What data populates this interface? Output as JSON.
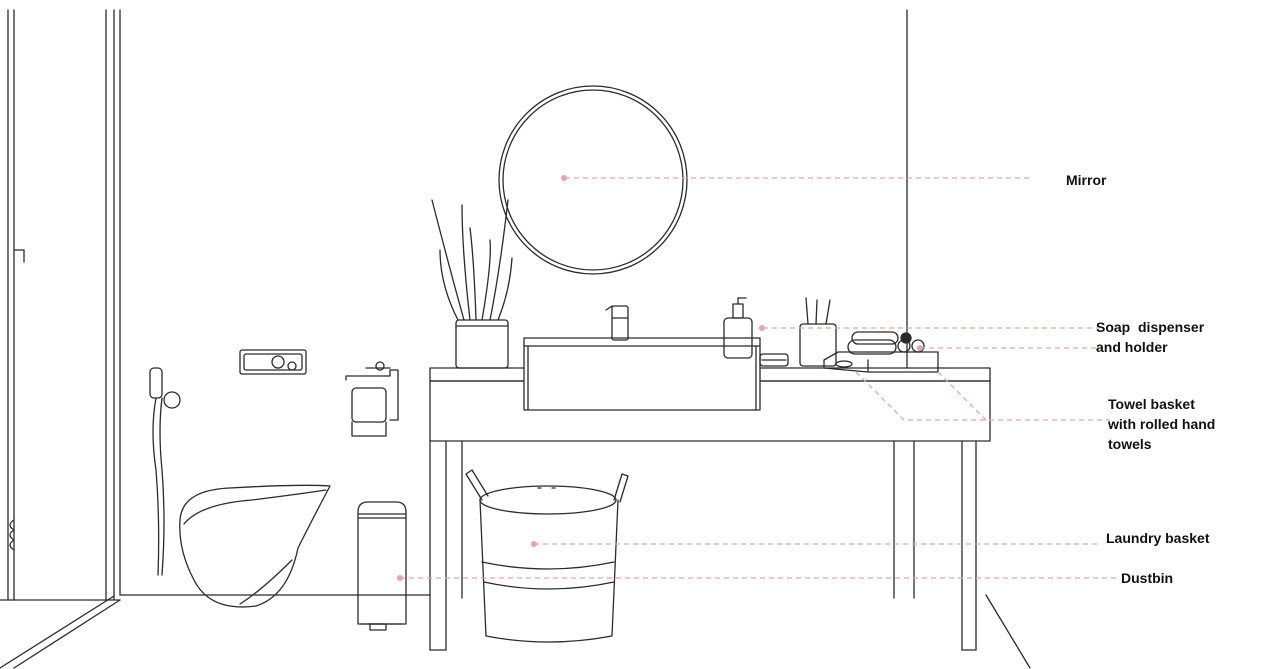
{
  "illustration": {
    "description_icon": "bathroom-line-drawing",
    "line_color": "#2b2b2b",
    "leader_color": "#e8a3ab",
    "labels": [
      {
        "id": "mirror",
        "lines": [
          "Mirror"
        ]
      },
      {
        "id": "soap",
        "lines": [
          "Soap  dispenser",
          "and holder"
        ]
      },
      {
        "id": "towel",
        "lines": [
          "Towel basket",
          "with rolled hand",
          "towels"
        ]
      },
      {
        "id": "laundry",
        "lines": [
          "Laundry basket"
        ]
      },
      {
        "id": "dustbin",
        "lines": [
          "Dustbin"
        ]
      }
    ]
  }
}
